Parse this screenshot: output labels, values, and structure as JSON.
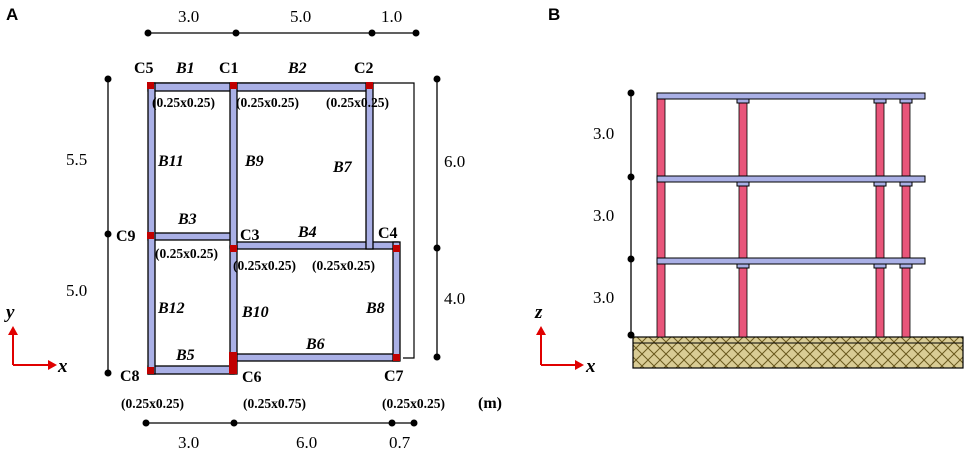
{
  "panel_a": {
    "letter": "A",
    "top_dims": [
      "3.0",
      "5.0",
      "1.0"
    ],
    "bottom_dims": [
      "3.0",
      "6.0",
      "0.7"
    ],
    "left_dims": [
      "5.5",
      "5.0"
    ],
    "right_dims": [
      "6.0",
      "4.0"
    ],
    "columns": {
      "c5": "C5",
      "c1": "C1",
      "c2": "C2",
      "c9": "C9",
      "c3": "C3",
      "c4": "C4",
      "c8": "C8",
      "c6": "C6",
      "c7": "C7"
    },
    "beams": {
      "b1": "B1",
      "b2": "B2",
      "b3": "B3",
      "b4": "B4",
      "b5": "B5",
      "b6": "B6",
      "b7": "B7",
      "b8": "B8",
      "b9": "B9",
      "b10": "B10",
      "b11": "B11",
      "b12": "B12"
    },
    "sections": {
      "c5": "(0.25x0.25)",
      "c1": "(0.25x0.25)",
      "c2": "(0.25x0.25)",
      "c9": "(0.25x0.25)",
      "c3": "(0.25x0.25)",
      "c4": "(0.25x0.25)",
      "c8": "(0.25x0.25)",
      "c6": "(0.25x0.75)",
      "c7": "(0.25x0.25)"
    },
    "unit": "(m)",
    "axis_x": "x",
    "axis_y": "y"
  },
  "panel_b": {
    "letter": "B",
    "storey_heights": [
      "3.0",
      "3.0",
      "3.0"
    ],
    "axis_x": "x",
    "axis_z": "z"
  },
  "colors": {
    "beam_fill": "#aab0e6",
    "beam_stroke": "#000000",
    "column_fill": "#c00000",
    "elevation_column": "#e8557a",
    "ground_fill": "#d2c48a",
    "axis_arrow": "#e00000"
  }
}
